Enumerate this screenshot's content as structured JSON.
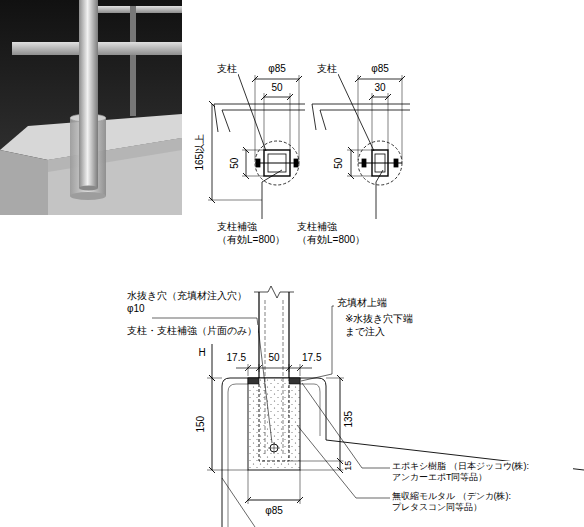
{
  "diagram": {
    "labels": [
      "支柱",
      "φ85",
      "50",
      "165以上",
      "50",
      "支柱補強 （有効L=800）",
      "支柱",
      "φ85",
      "30",
      "50",
      "支柱補強 （有効L=800）",
      "水抜き穴（充填材注入穴） φ10",
      "支柱・支柱補強（片面のみ）",
      "充填材上端",
      "※水抜き穴下端 まで注入",
      "H",
      "17.5",
      "50",
      "17.5",
      "150",
      "135",
      "15",
      "φ85",
      "エポキシ樹脂 （日本ジッコウ(株):アンカーエポT同等品）",
      "無収縮モルタル （デンカ(株):プレタスコン同等品）"
    ]
  }
}
